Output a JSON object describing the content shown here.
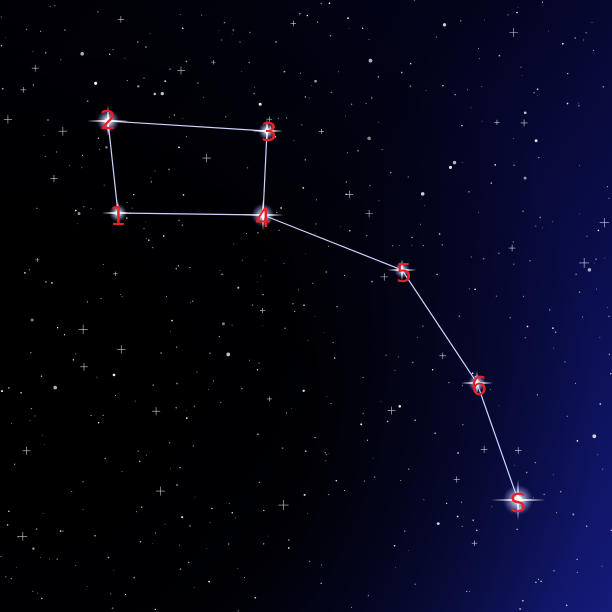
{
  "constellation": {
    "stars": [
      {
        "id": "star-1",
        "label": "1"
      },
      {
        "id": "star-2",
        "label": "2"
      },
      {
        "id": "star-3",
        "label": "3"
      },
      {
        "id": "star-4",
        "label": "4"
      },
      {
        "id": "star-5",
        "label": "5"
      },
      {
        "id": "star-6",
        "label": "6"
      },
      {
        "id": "star-s",
        "label": "S"
      }
    ],
    "connections": [
      [
        "star-1",
        "star-2"
      ],
      [
        "star-2",
        "star-3"
      ],
      [
        "star-3",
        "star-4"
      ],
      [
        "star-4",
        "star-1"
      ],
      [
        "star-4",
        "star-5"
      ],
      [
        "star-5",
        "star-6"
      ],
      [
        "star-6",
        "star-s"
      ]
    ]
  },
  "colors": {
    "label": "#e8202a",
    "line": "#cfd4ff",
    "star": "#ffffff",
    "sky_dark": "#000000",
    "sky_blue": "#141a78"
  }
}
